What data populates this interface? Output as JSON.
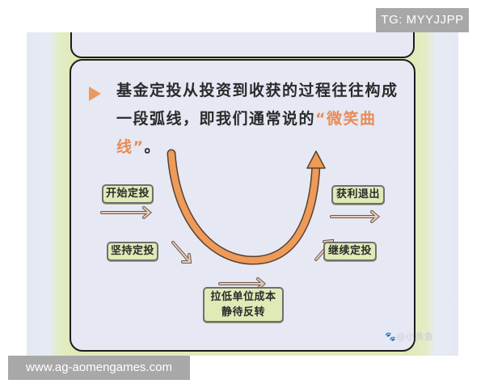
{
  "watermarks": {
    "top_right": "TG: MYYJJPP",
    "bottom_left": "www.ag-aomengames.com"
  },
  "card": {
    "bullet_icon": "triangle-right-icon",
    "text_part1": "基金定投从投资到收获的过程往往构成一段弧线，即我们通常说的",
    "text_highlight": "“微笑曲线”",
    "text_end": "。",
    "highlight_color": "#e98b56"
  },
  "diagram": {
    "curve_color": "#ee9a58",
    "labels": {
      "start": "开始定投",
      "persist": "坚持定投",
      "lower_cost_line1": "拉低单位成本",
      "lower_cost_line2": "静待反转",
      "continue": "继续定投",
      "exit": "获利退出"
    }
  },
  "credit": {
    "icon": "paw-icon",
    "text": "@小黄鱼"
  },
  "colors": {
    "background_outer": "#e4e8f3",
    "background_green": "#dfeab7",
    "card_bg": "#e6e9f4",
    "tag_bg": "#dfeab7",
    "accent_orange": "#ec9a5f"
  }
}
